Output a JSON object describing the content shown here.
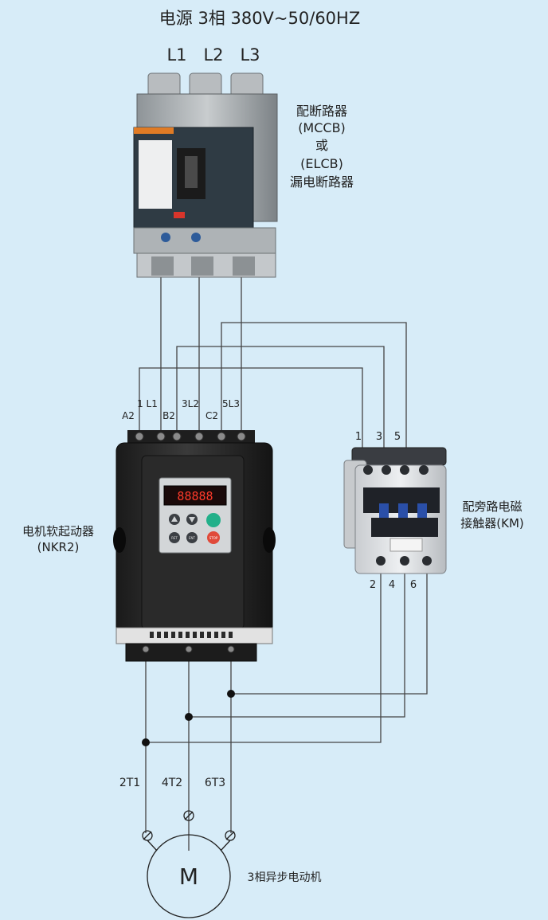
{
  "title": "电源  3相 380V~50/60HZ",
  "phases": [
    "L1",
    "L2",
    "L3"
  ],
  "breaker": {
    "label_lines": [
      "配断路器",
      "(MCCB)",
      "或",
      "(ELCB)",
      "漏电断路器"
    ]
  },
  "starter": {
    "label_lines": [
      "电机软起动器",
      "(NKR2)"
    ],
    "input_terminals": [
      "1 L1",
      "3L2",
      "5L3"
    ],
    "bypass_terminals": [
      "A2",
      "B2",
      "C2"
    ],
    "display_value": "88888",
    "key_labels": [
      "RET",
      "ENT",
      "STOP"
    ]
  },
  "contactor": {
    "label_lines": [
      "配旁路电磁",
      "接触器(KM)"
    ],
    "top_terminals": [
      "1",
      "3",
      "5"
    ],
    "bottom_terminals": [
      "2",
      "4",
      "6"
    ]
  },
  "output_terminals": [
    "2T1",
    "4T2",
    "6T3"
  ],
  "motor": {
    "symbol": "M",
    "label": "3相异步电动机"
  }
}
